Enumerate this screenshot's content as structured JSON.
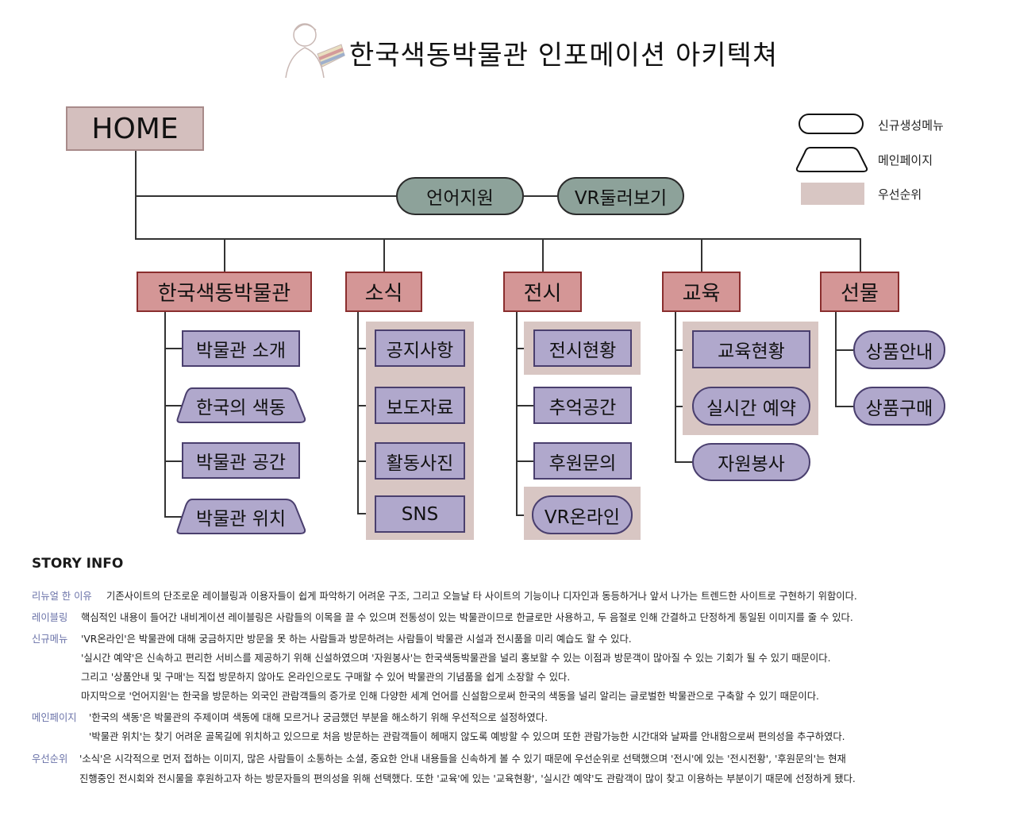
{
  "title": "한국색동박물관 인포메이션 아키텍쳐",
  "home": "HOME",
  "global_menu": [
    "언어지원",
    "VR둘러보기"
  ],
  "legend": {
    "new_menu": "신규생성메뉴",
    "main_page": "메인페이지",
    "priority": "우선순위"
  },
  "categories": [
    {
      "label": "한국색동박물관",
      "items": [
        "박물관 소개",
        "한국의 색동",
        "박물관 공간",
        "박물관 위치"
      ]
    },
    {
      "label": "소식",
      "items": [
        "공지사항",
        "보도자료",
        "활동사진",
        "SNS"
      ]
    },
    {
      "label": "전시",
      "items": [
        "전시현황",
        "추억공간",
        "후원문의",
        "VR온라인"
      ]
    },
    {
      "label": "교육",
      "items": [
        "교육현황",
        "실시간 예약",
        "자원봉사"
      ]
    },
    {
      "label": "선물",
      "items": [
        "상품안내",
        "상품구매"
      ]
    }
  ],
  "story": {
    "heading": "STORY INFO",
    "sections": [
      {
        "label": "리뉴얼 한 이유",
        "lines": [
          "기존사이트의 단조로운 레이블링과 이용자들이 쉽게 파악하기 어려운 구조, 그리고 오늘날 타 사이트의 기능이나 디자인과 동등하거나 앞서 나가는 트렌드한 사이트로 구현하기 위함이다."
        ]
      },
      {
        "label": "레이블링",
        "lines": [
          "핵심적인 내용이 들어간 내비게이션 레이블링은 사람들의 이목을 끌 수 있으며 전통성이 있는 박물관이므로 한글로만 사용하고, 두 음절로 인해 간결하고 단정하게 통일된 이미지를 줄 수 있다."
        ]
      },
      {
        "label": "신규메뉴",
        "lines": [
          "'VR온라인'은 박물관에 대해 궁금하지만 방문을 못 하는 사람들과 방문하려는 사람들이 박물관 시설과 전시품을 미리 예습도 할 수 있다.",
          "'실시간 예약'은 신속하고 편리한 서비스를 제공하기 위해 신설하였으며 '자원봉사'는 한국색동박물관을 널리 홍보할 수 있는 이점과 방문객이 많아질 수 있는 기회가 될 수 있기 때문이다.",
          "그리고 '상품안내 및 구매'는 직접 방문하지 않아도 온라인으로도 구매할 수 있어 박물관의 기념품을 쉽게 소장할 수 있다.",
          "마지막으로 '언어지원'는 한국을 방문하는 외국인 관람객들의 증가로 인해 다양한 세계 언어를 신설함으로써 한국의 색동을 널리 알리는 글로벌한 박물관으로 구축할 수 있기 때문이다."
        ]
      },
      {
        "label": "메인페이지",
        "lines": [
          "'한국의 색동'은 박물관의 주제이며 색동에 대해 모르거나 궁금했던 부분을 해소하기 위해 우선적으로 설정하였다.",
          "'박물관 위치'는 찾기 어려운 골목길에 위치하고 있으므로 처음 방문하는 관람객들이 헤매지 않도록 예방할 수 있으며 또한 관람가능한 시간대와 날짜를 안내함으로써 편의성을 추구하였다."
        ]
      },
      {
        "label": "우선순위",
        "lines": [
          "'소식'은 시각적으로 먼저 접하는 이미지, 많은 사람들이 소통하는 소셜, 중요한 안내 내용들을 신속하게 볼 수 있기 때문에 우선순위로 선택했으며 '전시'에 있는 '전시전황', '후원문의'는 현재",
          "진행중인 전시회와 전시물을 후원하고자 하는 방문자들의 편의성을 위해 선택했다. 또한 '교육'에 있는 '교육현황', '실시간 예약'도 관람객이 많이 찾고 이용하는 부분이기 때문에 선정하게 됐다."
        ]
      }
    ]
  }
}
